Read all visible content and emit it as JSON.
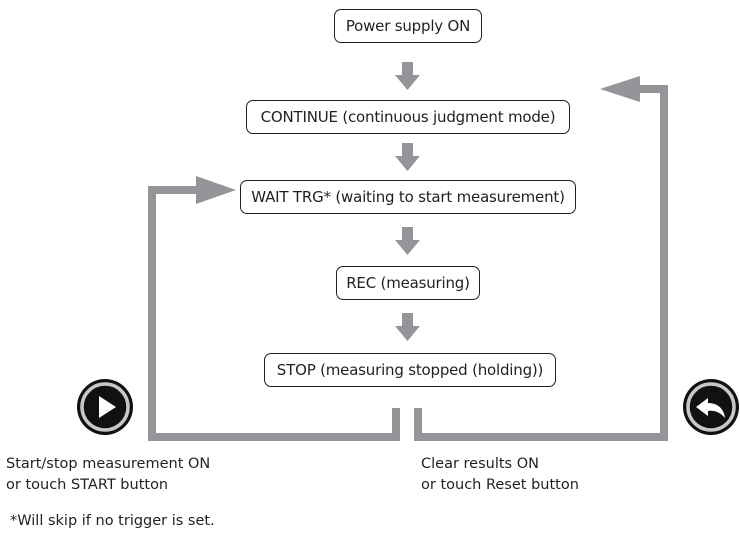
{
  "states": {
    "power": "Power supply ON",
    "continue": "CONTINUE (continuous judgment mode)",
    "wait": "WAIT TRG* (waiting to start measurement)",
    "rec": "REC (measuring)",
    "stop": "STOP (measuring stopped (holding))"
  },
  "start_label": {
    "line1": "Start/stop measurement ON",
    "line2": "or touch START button"
  },
  "reset_label": {
    "line1": "Clear results ON",
    "line2": "or touch Reset button"
  },
  "footnote": "*Will skip if no trigger is set.",
  "icons": {
    "start": "play-icon",
    "reset": "reset-icon"
  },
  "colors": {
    "arrow": "#939598",
    "outline": "#231f20",
    "icon_fill": "#111111",
    "icon_ring": "#c8c8c8"
  }
}
